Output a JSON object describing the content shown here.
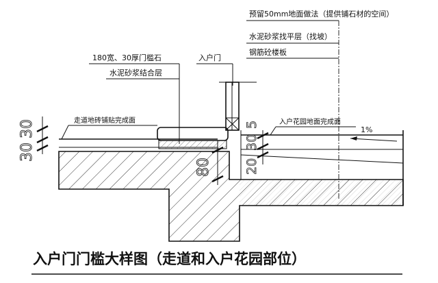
{
  "labels": {
    "reserve_50": "预留50mm地面做法（提供铺石材的空间）",
    "cement_leveling": "水泥砂浆找平层（找坡）",
    "rc_slab": "钢筋砼楼板",
    "threshold_stone": "180宽、30厚门槛石",
    "cement_bond": "水泥砂浆结合层",
    "entry_door": "入户门",
    "corridor_tile": "走道地砖铺贴完成面",
    "garden_finish": "入户花园地面完成面",
    "slope": "1%"
  },
  "dimensions": {
    "left_30a": "30",
    "left_30b": "30",
    "center_80": "80",
    "right_20": "20",
    "right_30": "30",
    "right_5": "5"
  },
  "title": "入户门门槛大样图（走道和入户花园部位）"
}
